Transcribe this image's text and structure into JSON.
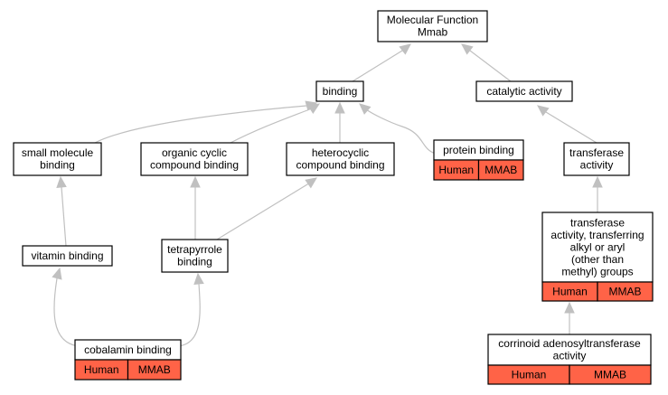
{
  "colors": {
    "annotation_fill": "#ff6347",
    "edge": "#c0c0c0",
    "node_border": "#000000",
    "background": "#ffffff"
  },
  "nodes": {
    "molecular_function": {
      "lines": [
        "Molecular Function",
        "Mmab"
      ]
    },
    "binding": {
      "lines": [
        "binding"
      ]
    },
    "catalytic_activity": {
      "lines": [
        "catalytic activity"
      ]
    },
    "small_molecule_binding": {
      "lines": [
        "small molecule",
        "binding"
      ]
    },
    "organic_cyclic_compound_binding": {
      "lines": [
        "organic cyclic",
        "compound binding"
      ]
    },
    "heterocyclic_compound_binding": {
      "lines": [
        "heterocyclic",
        "compound binding"
      ]
    },
    "protein_binding": {
      "lines": [
        "protein binding"
      ],
      "annotations": [
        "Human",
        "MMAB"
      ]
    },
    "transferase_activity": {
      "lines": [
        "transferase",
        "activity"
      ]
    },
    "transferase_alkyl_aryl": {
      "lines": [
        "transferase",
        "activity, transferring",
        "alkyl or aryl",
        "(other than",
        "methyl) groups"
      ],
      "annotations": [
        "Human",
        "MMAB"
      ]
    },
    "vitamin_binding": {
      "lines": [
        "vitamin binding"
      ]
    },
    "tetrapyrrole_binding": {
      "lines": [
        "tetrapyrrole",
        "binding"
      ]
    },
    "cobalamin_binding": {
      "lines": [
        "cobalamin binding"
      ],
      "annotations": [
        "Human",
        "MMAB"
      ]
    },
    "corrinoid_adenosyltransferase_activity": {
      "lines": [
        "corrinoid adenosyltransferase",
        "activity"
      ],
      "annotations": [
        "Human",
        "MMAB"
      ]
    }
  },
  "edges": [
    {
      "from": "binding",
      "to": "molecular_function"
    },
    {
      "from": "catalytic_activity",
      "to": "molecular_function"
    },
    {
      "from": "small_molecule_binding",
      "to": "binding"
    },
    {
      "from": "organic_cyclic_compound_binding",
      "to": "binding"
    },
    {
      "from": "heterocyclic_compound_binding",
      "to": "binding"
    },
    {
      "from": "protein_binding",
      "to": "binding"
    },
    {
      "from": "transferase_activity",
      "to": "catalytic_activity"
    },
    {
      "from": "vitamin_binding",
      "to": "small_molecule_binding"
    },
    {
      "from": "tetrapyrrole_binding",
      "to": "organic_cyclic_compound_binding"
    },
    {
      "from": "tetrapyrrole_binding",
      "to": "heterocyclic_compound_binding"
    },
    {
      "from": "transferase_alkyl_aryl",
      "to": "transferase_activity"
    },
    {
      "from": "cobalamin_binding",
      "to": "vitamin_binding"
    },
    {
      "from": "cobalamin_binding",
      "to": "tetrapyrrole_binding"
    },
    {
      "from": "corrinoid_adenosyltransferase_activity",
      "to": "transferase_alkyl_aryl"
    }
  ]
}
